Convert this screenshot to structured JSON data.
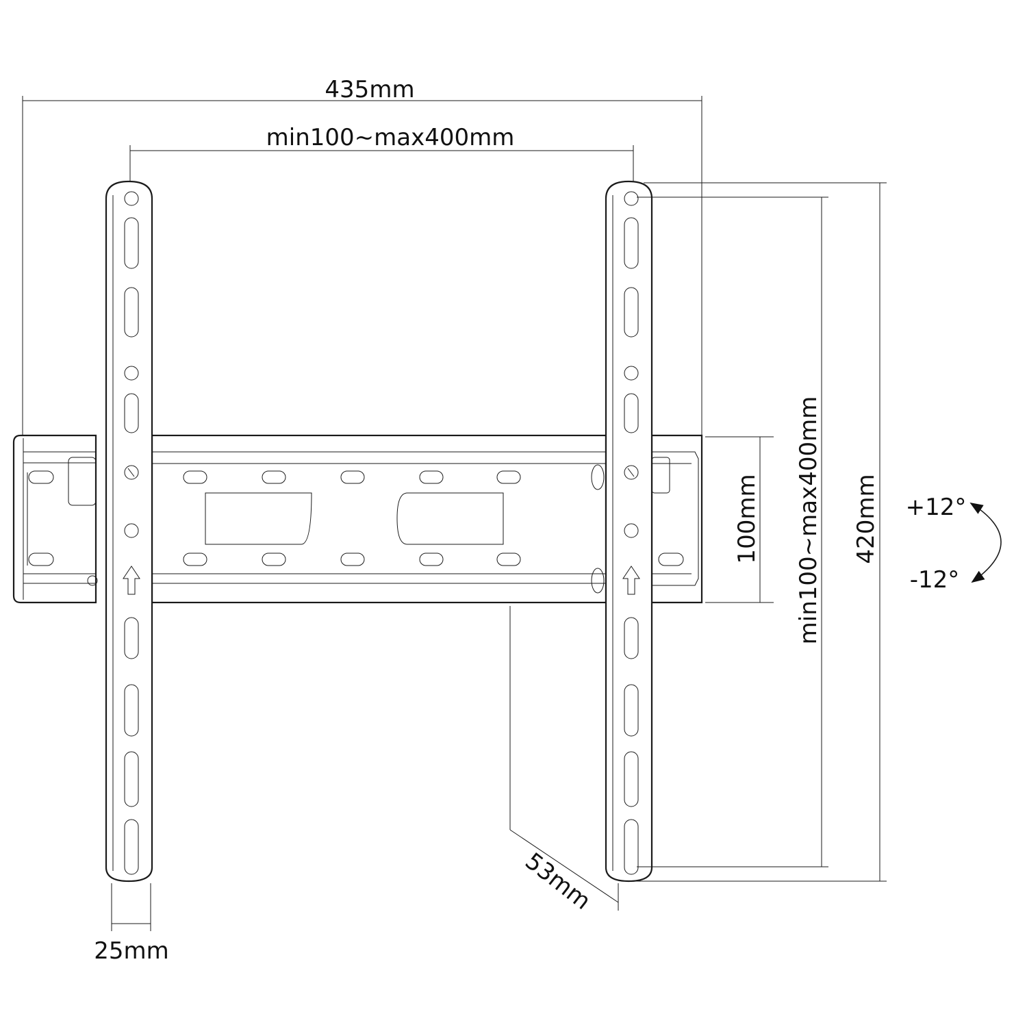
{
  "dimensions": {
    "overall_width": "435mm",
    "horizontal_vesa": "min100~max400mm",
    "rail_height": "100mm",
    "vertical_vesa": "min100~max400mm",
    "overall_height": "420mm",
    "depth": "53mm",
    "arm_width": "25mm"
  },
  "tilt": {
    "up": "+12°",
    "down": "-12°"
  },
  "colors": {
    "line": "#1a1a1a",
    "background": "#ffffff"
  }
}
